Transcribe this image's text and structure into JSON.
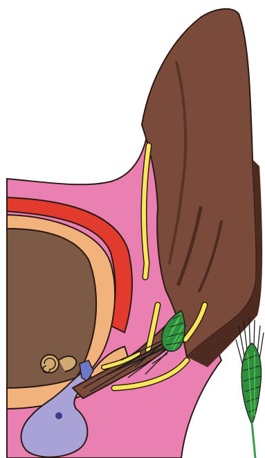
{
  "diagram": {
    "colors": {
      "background": "#ffffff",
      "skin_pink": "#ea7fb2",
      "ear_brown": "#7a4b3b",
      "ear_dark_fold": "#4e2b21",
      "brain_brown": "#7d5a45",
      "skull_tan": "#f2b27b",
      "muscle_red": "#e23a2c",
      "cartilage_yellow": "#f6e65a",
      "bulla_lavender": "#a9a2d6",
      "cochlea_tan": "#d1aa71",
      "awn_green": "#2f8f3c",
      "awn_green_light": "#4fbf58",
      "bristle_dark": "#1c1c1c",
      "outline": "#2b1a14"
    },
    "parts": [
      "ear-pinna",
      "ear-canal",
      "grass-awn-in-canal",
      "grass-awn-outside",
      "brain",
      "skull",
      "muscle",
      "cartilage",
      "tympanic-bulla",
      "cochlea"
    ]
  }
}
